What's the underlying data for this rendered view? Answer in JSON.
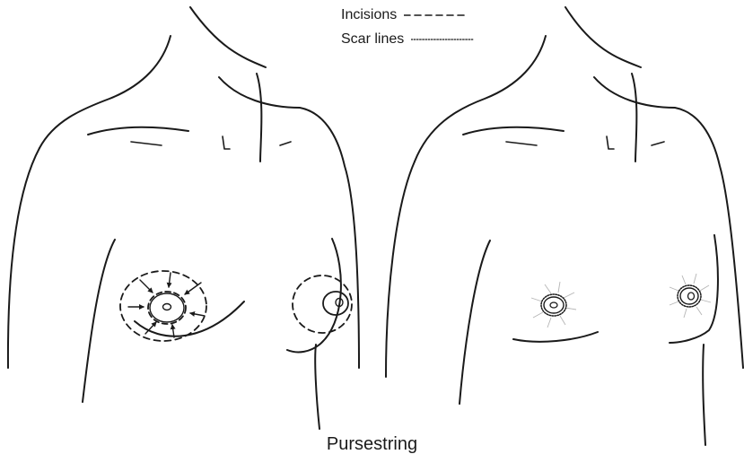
{
  "legend": {
    "incisions_label": "Incisions",
    "scar_lines_label": "Scar lines",
    "incisions_style": "dashed",
    "scar_lines_style": "dotted"
  },
  "caption": "Pursestring",
  "colors": {
    "ink": "#1a1a1a",
    "background": "#ffffff",
    "scar_rays": "#b5b5b5"
  }
}
